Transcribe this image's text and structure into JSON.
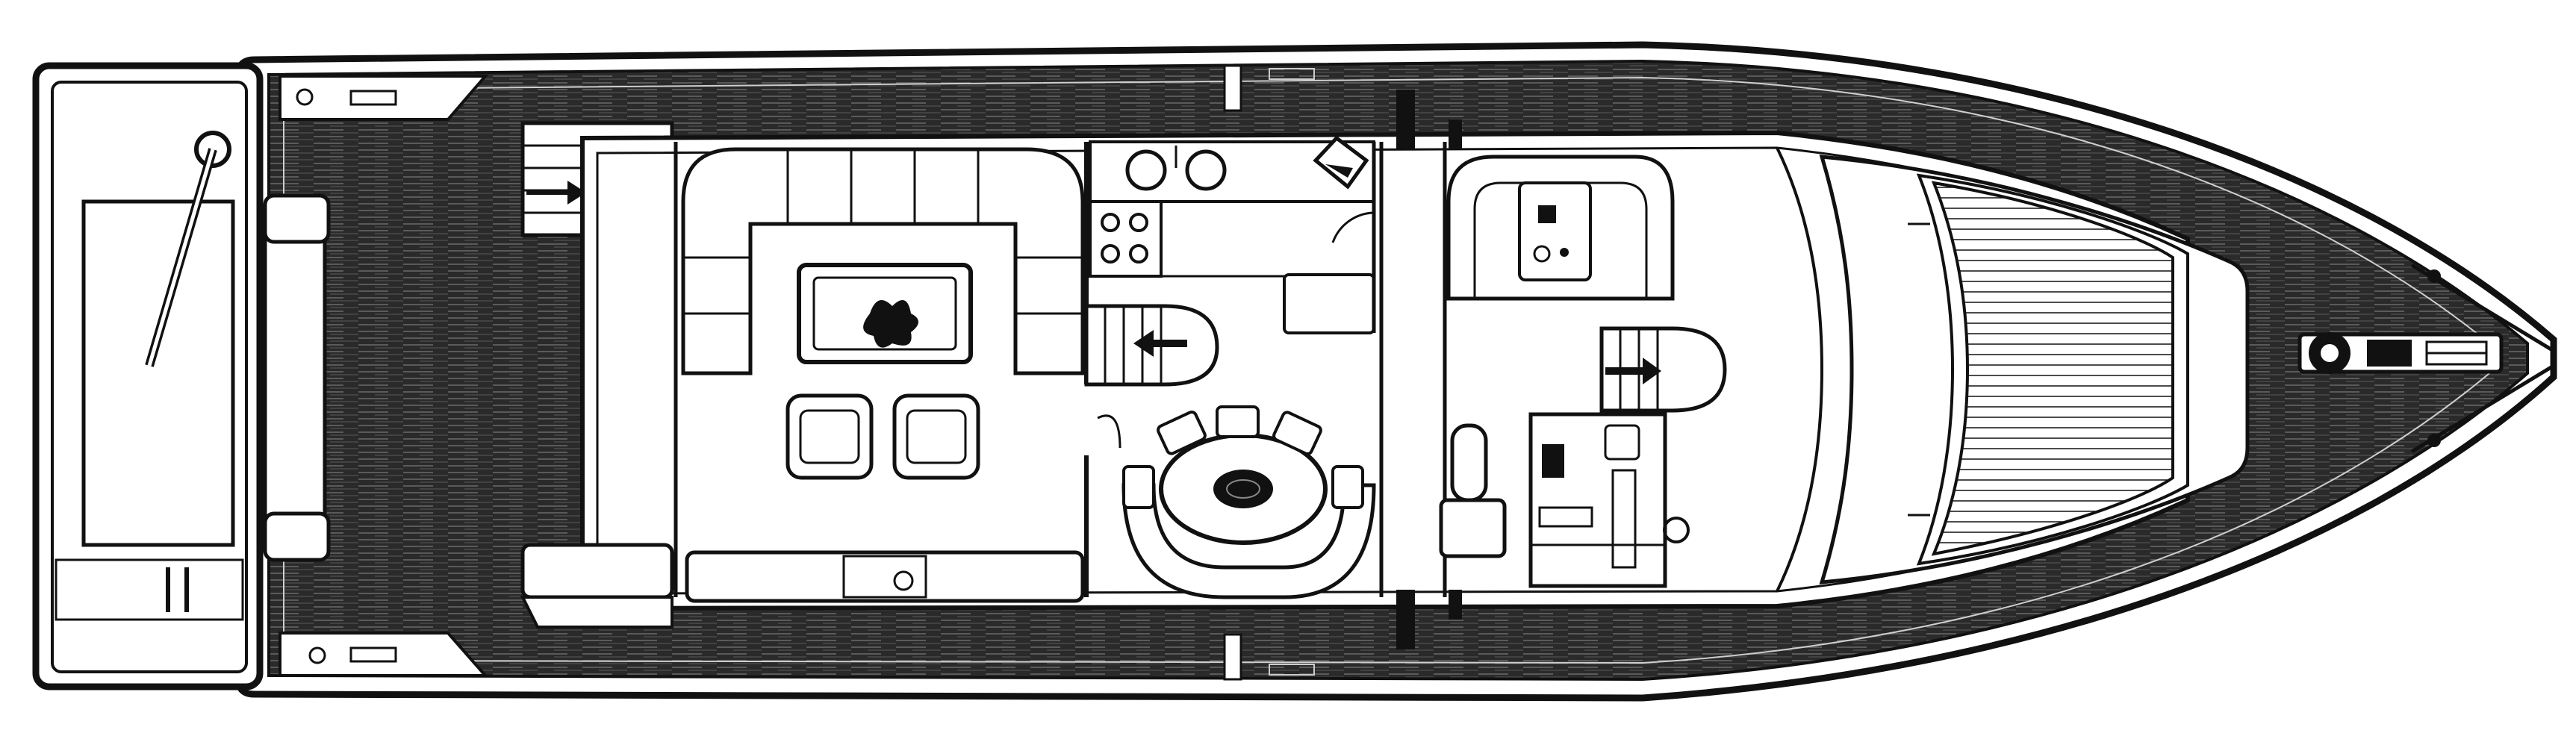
{
  "diagram": {
    "kind": "yacht-deck-plan",
    "colors": {
      "ink": "#111111",
      "deck": "#2a2a2a",
      "paper": "#ffffff",
      "grain": "#6a6a6a"
    },
    "areas": [
      "aft-swim-platform",
      "aft-deck",
      "salon",
      "galley",
      "dining",
      "lower-helm-station",
      "foredeck-sunpad",
      "side-decks",
      "bow"
    ],
    "features": [
      "davit-crane",
      "tender-cradle",
      "aft-stairs",
      "l-shaped-settee",
      "coffee-table",
      "armchairs",
      "sideboard",
      "round-dining-table",
      "dining-chairs",
      "companionway-stairs",
      "galley-sink",
      "cooktop",
      "helm-console",
      "helm-seat",
      "forward-settee",
      "sunpad",
      "anchor-windlass",
      "cleats"
    ]
  }
}
